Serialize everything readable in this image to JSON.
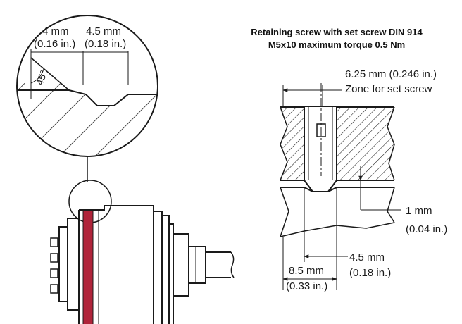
{
  "colors": {
    "line": "#1a1a1a",
    "accent_groove": "#b0243a",
    "background": "#ffffff"
  },
  "detail": {
    "dim_a": {
      "metric": "4 mm",
      "imperial": "(0.16 in.)"
    },
    "dim_b": {
      "metric": "4.5 mm",
      "imperial": "(0.18 in.)"
    },
    "angle": "45°"
  },
  "section": {
    "title_line1": "Retaining screw with set screw DIN 914",
    "title_line2": "M5x10 maximum torque 0.5 Nm",
    "zone_dim": "6.25 mm (0.246 in.)",
    "zone_label": "Zone for set screw",
    "depth": {
      "metric": "1 mm",
      "imperial": "(0.04 in.)"
    },
    "groove_width": {
      "metric": "4.5 mm",
      "imperial": "(0.18 in.)"
    },
    "edge_dist": {
      "metric": "8.5 mm",
      "imperial": "(0.33 in.)"
    }
  }
}
